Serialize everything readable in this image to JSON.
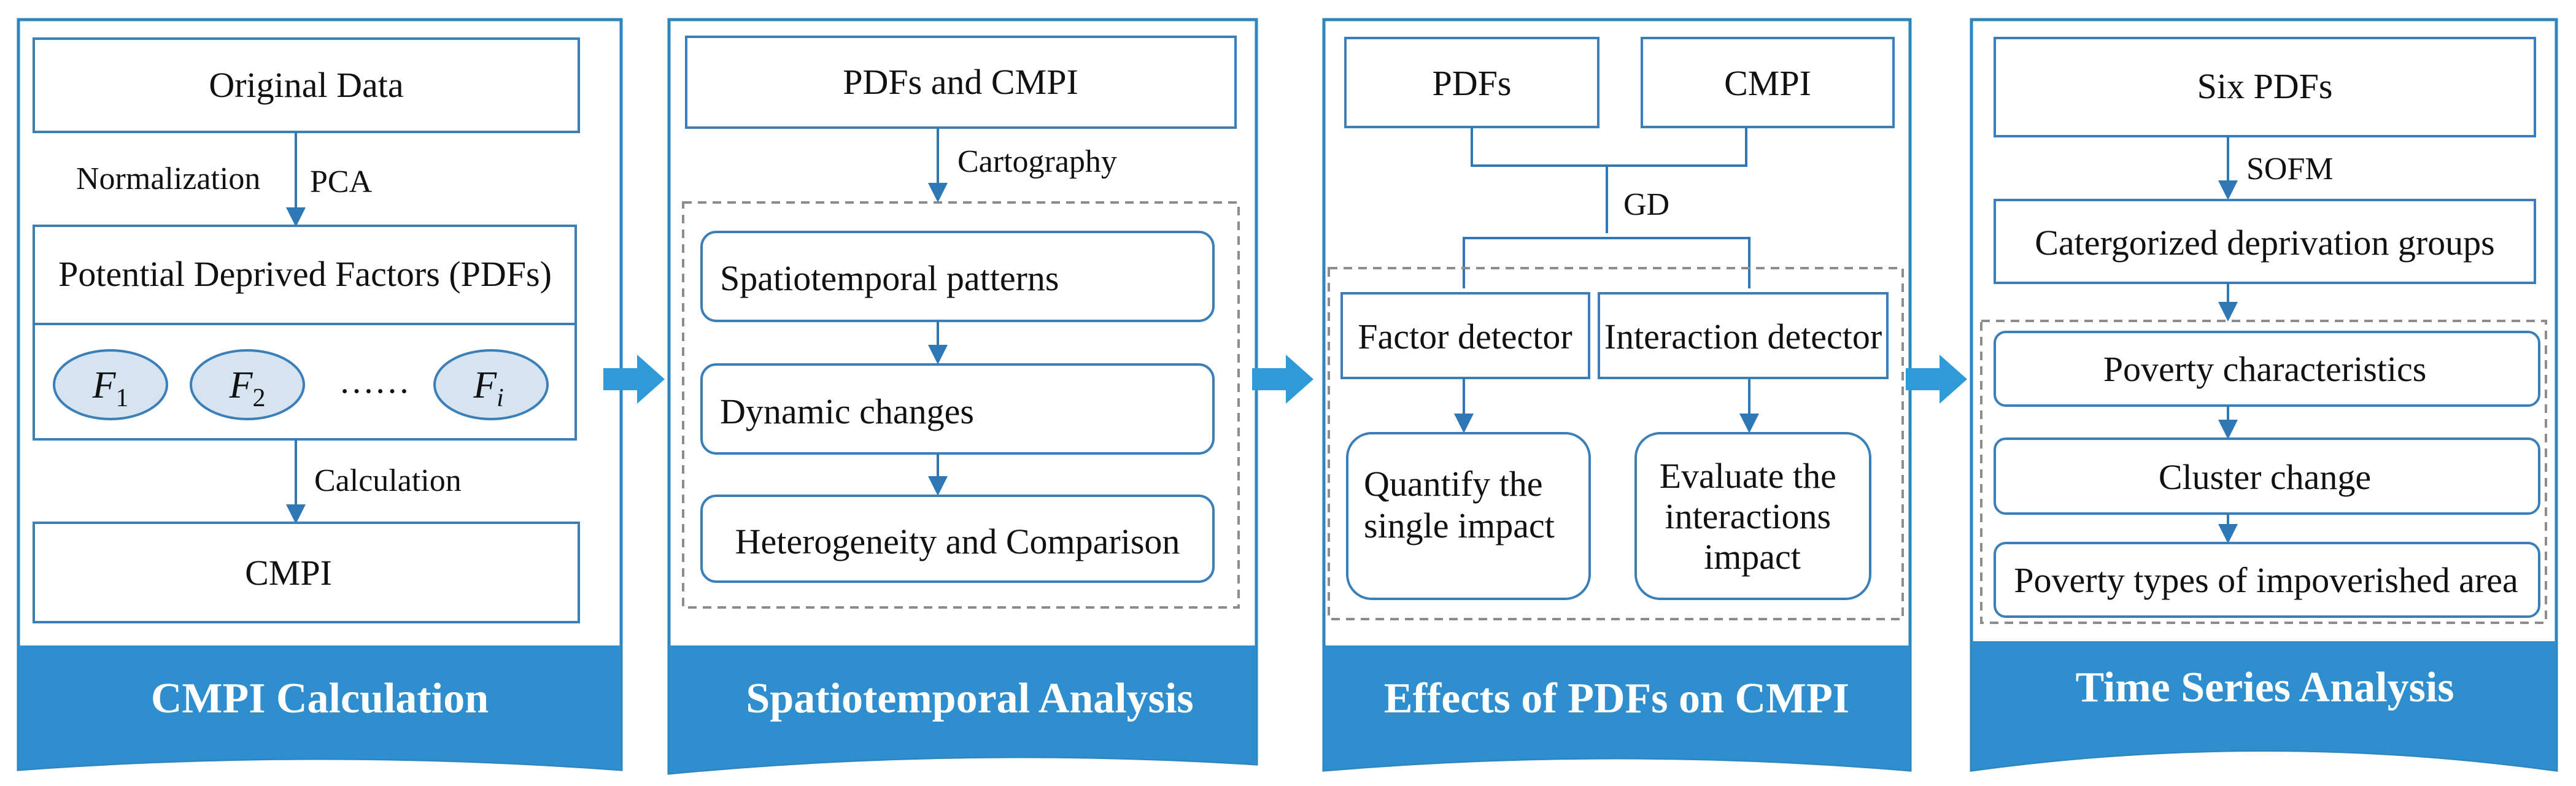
{
  "colors": {
    "panel_border": "#2E86C1",
    "banner": "#2F8FCE",
    "box_border": "#3A7FB8",
    "arrow": "#2E78B5",
    "big_arrow": "#2E9BD6",
    "dashed": "#8C8C8C",
    "factor_fill": "#D6E3F0",
    "factor_border": "#3A7FB8"
  },
  "panels": [
    {
      "footer": "CMPI Calculation",
      "boxes": {
        "original_data": "Original Data",
        "pdfs": "Potential Deprived Factors (PDFs)",
        "cmpi": "CMPI"
      },
      "edge_labels": {
        "normalization": "Normalization",
        "pca": "PCA",
        "calculation": "Calculation"
      },
      "factors": {
        "f1_base": "F",
        "f1_sub": "1",
        "f2_base": "F",
        "f2_sub": "2",
        "ellipsis": "……",
        "fi_base": "F",
        "fi_sub": "i"
      }
    },
    {
      "footer": "Spatiotemporal Analysis",
      "boxes": {
        "top": "PDFs and CMPI",
        "patterns": "Spatiotemporal patterns",
        "dynamic": "Dynamic changes",
        "heterogeneity": "Heterogeneity and Comparison"
      },
      "edge_labels": {
        "cartography": "Cartography"
      }
    },
    {
      "footer": "Effects of PDFs on CMPI",
      "boxes": {
        "pdfs": "PDFs",
        "cmpi": "CMPI",
        "factor_detector": "Factor detector",
        "interaction_detector": "Interaction detector",
        "quantify": [
          "Quantify the",
          "single impact"
        ],
        "evaluate": [
          "Evaluate the",
          "interactions",
          "impact"
        ]
      },
      "edge_labels": {
        "gd": "GD"
      }
    },
    {
      "footer": "Time Series Analysis",
      "boxes": {
        "top": "Six PDFs",
        "groups": "Catergorized deprivation groups",
        "characteristics": "Poverty characteristics",
        "cluster": "Cluster change",
        "types": "Poverty types of impoverished area"
      },
      "edge_labels": {
        "sofm": "SOFM"
      }
    }
  ]
}
